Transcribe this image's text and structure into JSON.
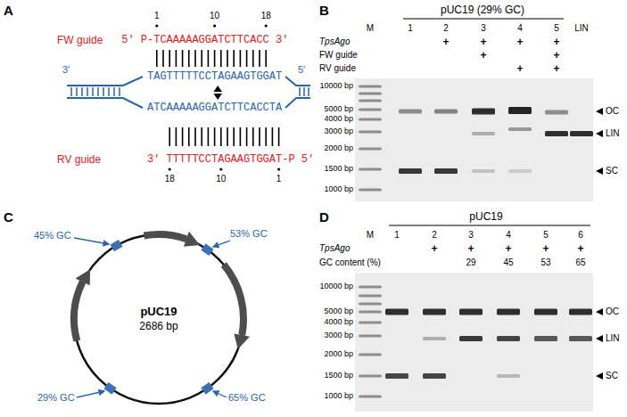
{
  "diagram": {
    "nodes": [
      {
        "text": [
          "pUC19",
          "2686 bp"
        ]
      }
    ],
    "labels": [
      "A",
      "1",
      "10",
      "18",
      "FW guide",
      "5′ P-TCAAAAAGGATCTTCACC 3′",
      "3′",
      "TAGTTTTTCCTAGAAGTGGAT",
      "5′",
      "ATCAAAAAGGATCTTCACCTA",
      "RV guide",
      "3′ TTTTTCCTAGAAGTGGAT-P 5′",
      "18",
      "10",
      "1",
      "B",
      "pUC19 (29% GC)",
      "M",
      "1",
      "2",
      "3",
      "4",
      "5",
      "LIN",
      "TpsAgo",
      "+",
      "+",
      "+",
      "+",
      "FW guide",
      "+",
      "+",
      "RV guide",
      "+",
      "+",
      "10000 bp",
      "5000 bp",
      "4000 bp",
      "3000 bp",
      "2000 bp",
      "1500 bp",
      "1000 bp",
      "OC",
      "LIN",
      "SC",
      "C",
      "45% GC",
      "53% GC",
      "65% GC",
      "29% GC",
      "D",
      "pUC19",
      "M",
      "1",
      "2",
      "3",
      "4",
      "5",
      "6",
      "TpsAgo",
      "+",
      "+",
      "+",
      "+",
      "+",
      "GC content (%)",
      "29",
      "45",
      "53",
      "65",
      "10000 bp",
      "5000 bp",
      "4000 bp",
      "3000 bp",
      "2000 bp",
      "1500 bp",
      "1000 bp",
      "OC",
      "LIN",
      "SC"
    ]
  }
}
